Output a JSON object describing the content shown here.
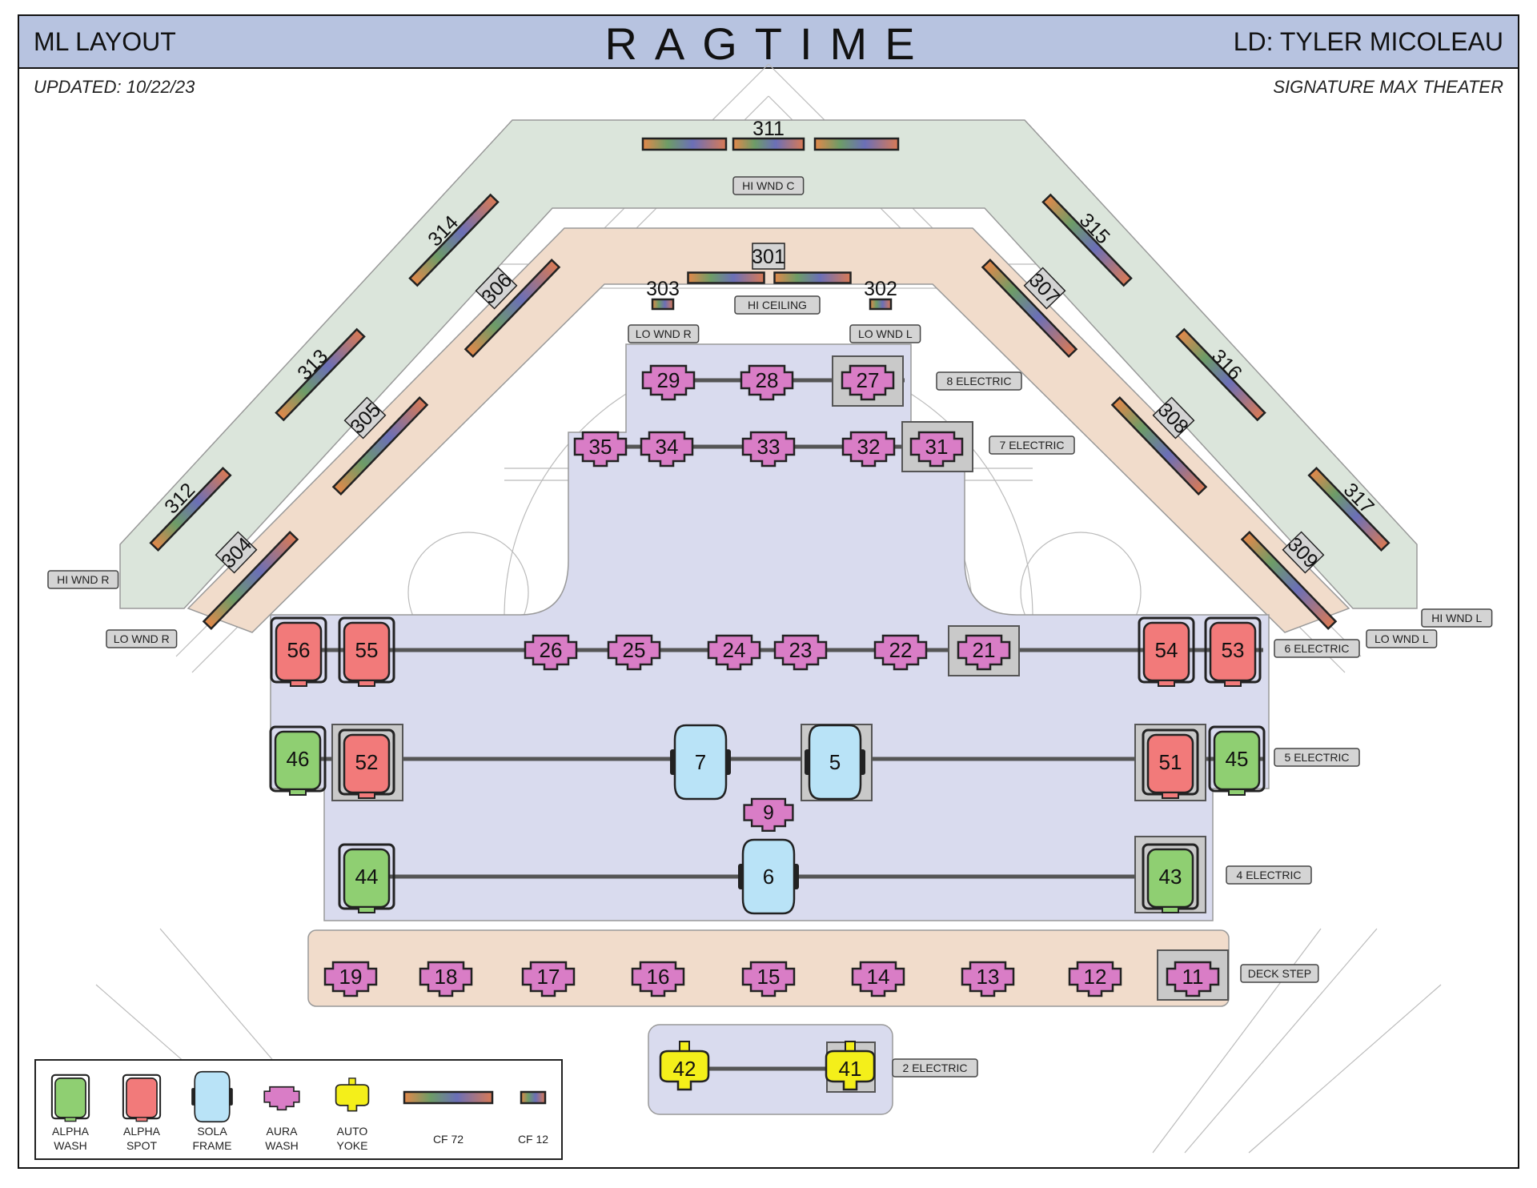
{
  "header": {
    "left": "ML LAYOUT",
    "title": "RAGTIME",
    "right": "LD: TYLER MICOLEAU",
    "updated": "UPDATED: 10/22/23",
    "venue": "SIGNATURE MAX THEATER"
  },
  "positions": {
    "hi_wnd_c": "HI WND C",
    "hi_ceiling": "HI CEILING",
    "lo_wnd_r_top": "LO WND R",
    "lo_wnd_l_top": "LO WND L",
    "hi_wnd_r": "HI WND R",
    "lo_wnd_r": "LO WND R",
    "hi_wnd_l": "HI WND L",
    "lo_wnd_l": "LO WND L",
    "e8": "8 ELECTRIC",
    "e7": "7 ELECTRIC",
    "e6": "6 ELECTRIC",
    "e5": "5 ELECTRIC",
    "e4": "4 ELECTRIC",
    "deck": "DECK STEP",
    "e2": "2 ELECTRIC"
  },
  "fixtures": [
    {
      "id": "29",
      "type": "aura"
    },
    {
      "id": "28",
      "type": "aura"
    },
    {
      "id": "27",
      "type": "aura"
    },
    {
      "id": "35",
      "type": "aura"
    },
    {
      "id": "34",
      "type": "aura"
    },
    {
      "id": "33",
      "type": "aura"
    },
    {
      "id": "32",
      "type": "aura"
    },
    {
      "id": "31",
      "type": "aura"
    },
    {
      "id": "56",
      "type": "spot"
    },
    {
      "id": "55",
      "type": "spot"
    },
    {
      "id": "26",
      "type": "aura"
    },
    {
      "id": "25",
      "type": "aura"
    },
    {
      "id": "24",
      "type": "aura"
    },
    {
      "id": "23",
      "type": "aura"
    },
    {
      "id": "22",
      "type": "aura"
    },
    {
      "id": "21",
      "type": "aura"
    },
    {
      "id": "54",
      "type": "spot"
    },
    {
      "id": "53",
      "type": "spot"
    },
    {
      "id": "46",
      "type": "wash"
    },
    {
      "id": "52",
      "type": "spot"
    },
    {
      "id": "7",
      "type": "sola"
    },
    {
      "id": "5",
      "type": "sola"
    },
    {
      "id": "51",
      "type": "spot"
    },
    {
      "id": "45",
      "type": "wash"
    },
    {
      "id": "9",
      "type": "aura"
    },
    {
      "id": "44",
      "type": "wash"
    },
    {
      "id": "6",
      "type": "sola"
    },
    {
      "id": "43",
      "type": "wash"
    },
    {
      "id": "19",
      "type": "aura"
    },
    {
      "id": "18",
      "type": "aura"
    },
    {
      "id": "17",
      "type": "aura"
    },
    {
      "id": "16",
      "type": "aura"
    },
    {
      "id": "15",
      "type": "aura"
    },
    {
      "id": "14",
      "type": "aura"
    },
    {
      "id": "13",
      "type": "aura"
    },
    {
      "id": "12",
      "type": "aura"
    },
    {
      "id": "11",
      "type": "aura"
    },
    {
      "id": "42",
      "type": "yoke"
    },
    {
      "id": "41",
      "type": "yoke"
    }
  ],
  "cyc_units": [
    "311",
    "312",
    "313",
    "314",
    "315",
    "316",
    "317",
    "301",
    "302",
    "303",
    "304",
    "305",
    "306",
    "307",
    "308",
    "309"
  ],
  "legend": [
    {
      "type": "wash",
      "line1": "ALPHA",
      "line2": "WASH"
    },
    {
      "type": "spot",
      "line1": "ALPHA",
      "line2": "SPOT"
    },
    {
      "type": "sola",
      "line1": "SOLA",
      "line2": "FRAME"
    },
    {
      "type": "aura",
      "line1": "AURA",
      "line2": "WASH"
    },
    {
      "type": "yoke",
      "line1": "AUTO",
      "line2": "YOKE"
    },
    {
      "type": "cf72",
      "line1": "CF 72",
      "line2": ""
    },
    {
      "type": "cf12",
      "line1": "CF 12",
      "line2": ""
    }
  ],
  "colors": {
    "titlebar": "#b7c3e0",
    "stage": "#d9dbee",
    "green_band": "#dbe5db",
    "peach_band": "#f1dccb",
    "wash": "#8fcf72",
    "spot": "#f27a7a",
    "sola": "#b9e3f7",
    "aura": "#d97dc6",
    "yoke": "#f4ef1a"
  }
}
